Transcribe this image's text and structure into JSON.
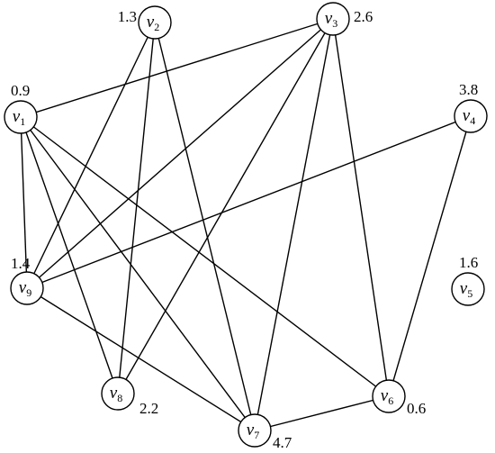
{
  "graph": {
    "nodes": [
      {
        "id": "v1",
        "symbol": "v",
        "subscript": "1",
        "weight": "0.9"
      },
      {
        "id": "v2",
        "symbol": "v",
        "subscript": "2",
        "weight": "1.3"
      },
      {
        "id": "v3",
        "symbol": "v",
        "subscript": "3",
        "weight": "2.6"
      },
      {
        "id": "v4",
        "symbol": "v",
        "subscript": "4",
        "weight": "3.8"
      },
      {
        "id": "v5",
        "symbol": "v",
        "subscript": "5",
        "weight": "1.6"
      },
      {
        "id": "v6",
        "symbol": "v",
        "subscript": "6",
        "weight": "0.6"
      },
      {
        "id": "v7",
        "symbol": "v",
        "subscript": "7",
        "weight": "4.7"
      },
      {
        "id": "v8",
        "symbol": "v",
        "subscript": "8",
        "weight": "2.2"
      },
      {
        "id": "v9",
        "symbol": "v",
        "subscript": "9",
        "weight": "1.4"
      }
    ],
    "edges": [
      [
        "v1",
        "v3"
      ],
      [
        "v1",
        "v9"
      ],
      [
        "v1",
        "v8"
      ],
      [
        "v1",
        "v7"
      ],
      [
        "v1",
        "v6"
      ],
      [
        "v2",
        "v9"
      ],
      [
        "v2",
        "v8"
      ],
      [
        "v2",
        "v7"
      ],
      [
        "v3",
        "v9"
      ],
      [
        "v3",
        "v8"
      ],
      [
        "v3",
        "v7"
      ],
      [
        "v3",
        "v6"
      ],
      [
        "v4",
        "v9"
      ],
      [
        "v4",
        "v6"
      ],
      [
        "v9",
        "v7"
      ],
      [
        "v7",
        "v6"
      ]
    ]
  }
}
